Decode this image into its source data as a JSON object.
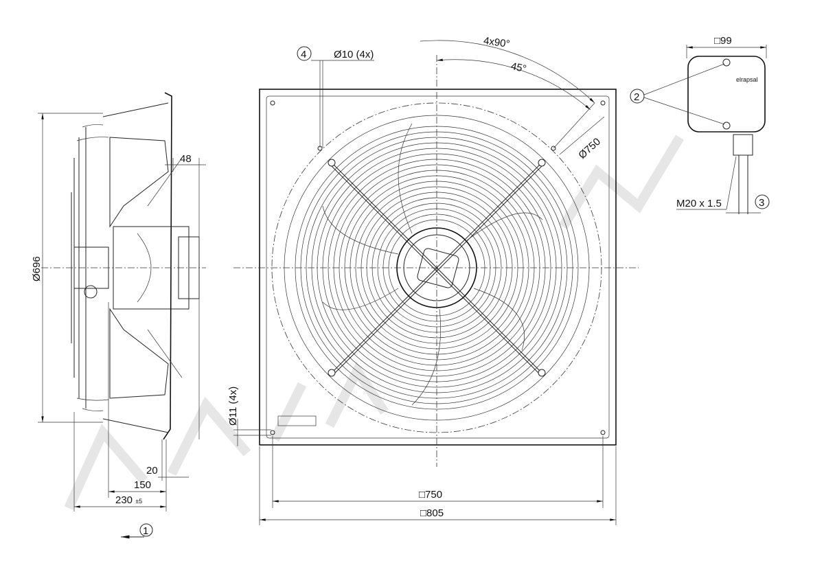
{
  "side_view": {
    "diameter_label": "Ø696",
    "dim_48": "48",
    "dim_20": "20",
    "dim_150": "150",
    "dim_230": "230",
    "dim_230_tol": "±5",
    "airflow_callout": "1"
  },
  "front_view": {
    "hole_callout": "4",
    "hole_label": "Ø10 (4x)",
    "angle_4x90": "4x90°",
    "angle_45": "45°",
    "diameter_750": "Ø750",
    "mount_hole_label": "Ø11 (4x)",
    "square_750": "□750",
    "square_805": "□805"
  },
  "terminal_box": {
    "size_label": "□99",
    "screw_callout": "2",
    "brand_label": "elrapsal",
    "gland_label": "M20 x 1.5",
    "cable_callout": "3"
  }
}
